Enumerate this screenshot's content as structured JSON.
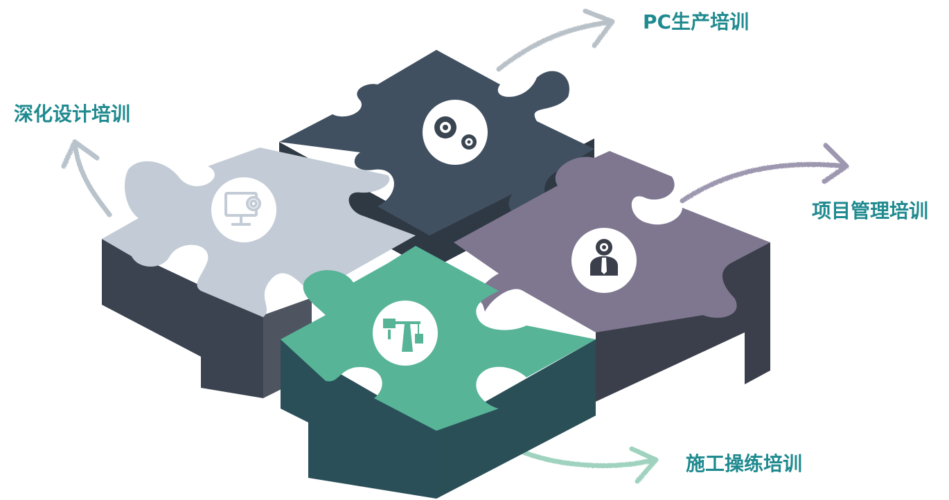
{
  "labels": {
    "pc_production": "PC生产培训",
    "deep_design": "深化设计培训",
    "project_management": "项目管理培训",
    "construction_practice": "施工操练培训"
  },
  "pieces": [
    {
      "name": "deep-design-piece",
      "top_color": "#c3ccd6",
      "side_color": "#3b4350",
      "icon": "monitor-gear-icon"
    },
    {
      "name": "pc-production-piece",
      "top_color": "#415060",
      "side_color": "#2f3944",
      "icon": "gears-icon"
    },
    {
      "name": "project-management-piece",
      "top_color": "#7f7790",
      "side_color": "#3b3f4b",
      "icon": "manager-gear-icon"
    },
    {
      "name": "construction-piece",
      "top_color": "#57b497",
      "side_color": "#2a4f58",
      "icon": "tower-crane-icon"
    }
  ],
  "arrow_colors": {
    "pc_production": "#b9c1c8",
    "deep_design": "#b9c3cc",
    "project_management": "#9e97b0",
    "construction_practice": "#9fd2bf"
  }
}
